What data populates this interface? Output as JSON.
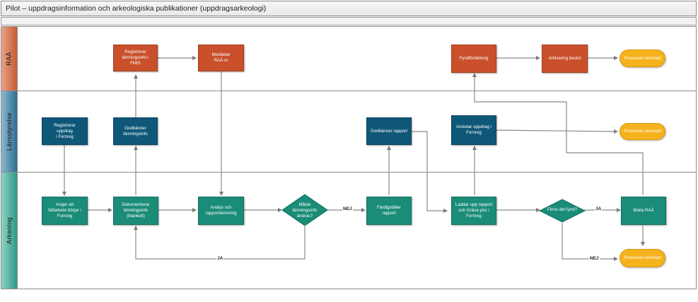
{
  "title": "Pilot – uppdragsinformation och arkeologiska publikationer (uppdragsarkeologi)",
  "lanes": [
    {
      "id": "raa",
      "label": "RAÄ",
      "color": "#d0704a"
    },
    {
      "id": "lst",
      "label": "Länsstyrelse",
      "color": "#2e6e92"
    },
    {
      "id": "ark",
      "label": "Arkeolog",
      "color": "#2c9a86"
    }
  ],
  "nodes": {
    "reg_fmis": {
      "l1": "Registrerar",
      "l2": "lämningsinfo i FMIS"
    },
    "meddelar": {
      "l1": "Meddelar",
      "l2": "RAÄ-nr"
    },
    "fynd": {
      "l1": "Fyndfördelning"
    },
    "arkivering": {
      "l1": "Arkivering beslut"
    },
    "end_raa": {
      "l1": "Processen avslutad"
    },
    "reg_uppdrag": {
      "l1": "Registrerar uppdrag",
      "l2": "i Fornreg"
    },
    "godkanner_info": {
      "l1": "Godkänner",
      "l2": "lämningsinfo"
    },
    "godkanner_rapport": {
      "l1": "Godkänner rapport"
    },
    "avslutar": {
      "l1": "Avslutar uppdrag i",
      "l2": "Fornreg"
    },
    "end_lst": {
      "l1": "Processen avslutad"
    },
    "anger": {
      "l1": "Anger att",
      "l2": "fältarbete börjar i",
      "l3": "Fornreg"
    },
    "dokumenterar": {
      "l1": "Dokumenterar",
      "l2": "lämningsinfo",
      "l3": "(blankett)"
    },
    "analys": {
      "l1": "Analys och",
      "l2": "rapportskrivning"
    },
    "maste": {
      "l1": "Måste",
      "l2": "lämningsinfo",
      "l3": "ändras?"
    },
    "fardigstaller": {
      "l1": "Färdigställer",
      "l2": "rapport"
    },
    "laddar": {
      "l1": "Laddar upp rapport",
      "l2": "och Gräva ytor i",
      "l3": "Fornreg"
    },
    "finns": {
      "l1": "Finns det fynd?"
    },
    "maila": {
      "l1": "Maila RAÄ"
    },
    "end_ark": {
      "l1": "Processen avslutad"
    }
  },
  "edge_labels": {
    "nej1": "NEJ",
    "ja1": "JA",
    "ja2": "JA",
    "nej2": "NEJ"
  }
}
